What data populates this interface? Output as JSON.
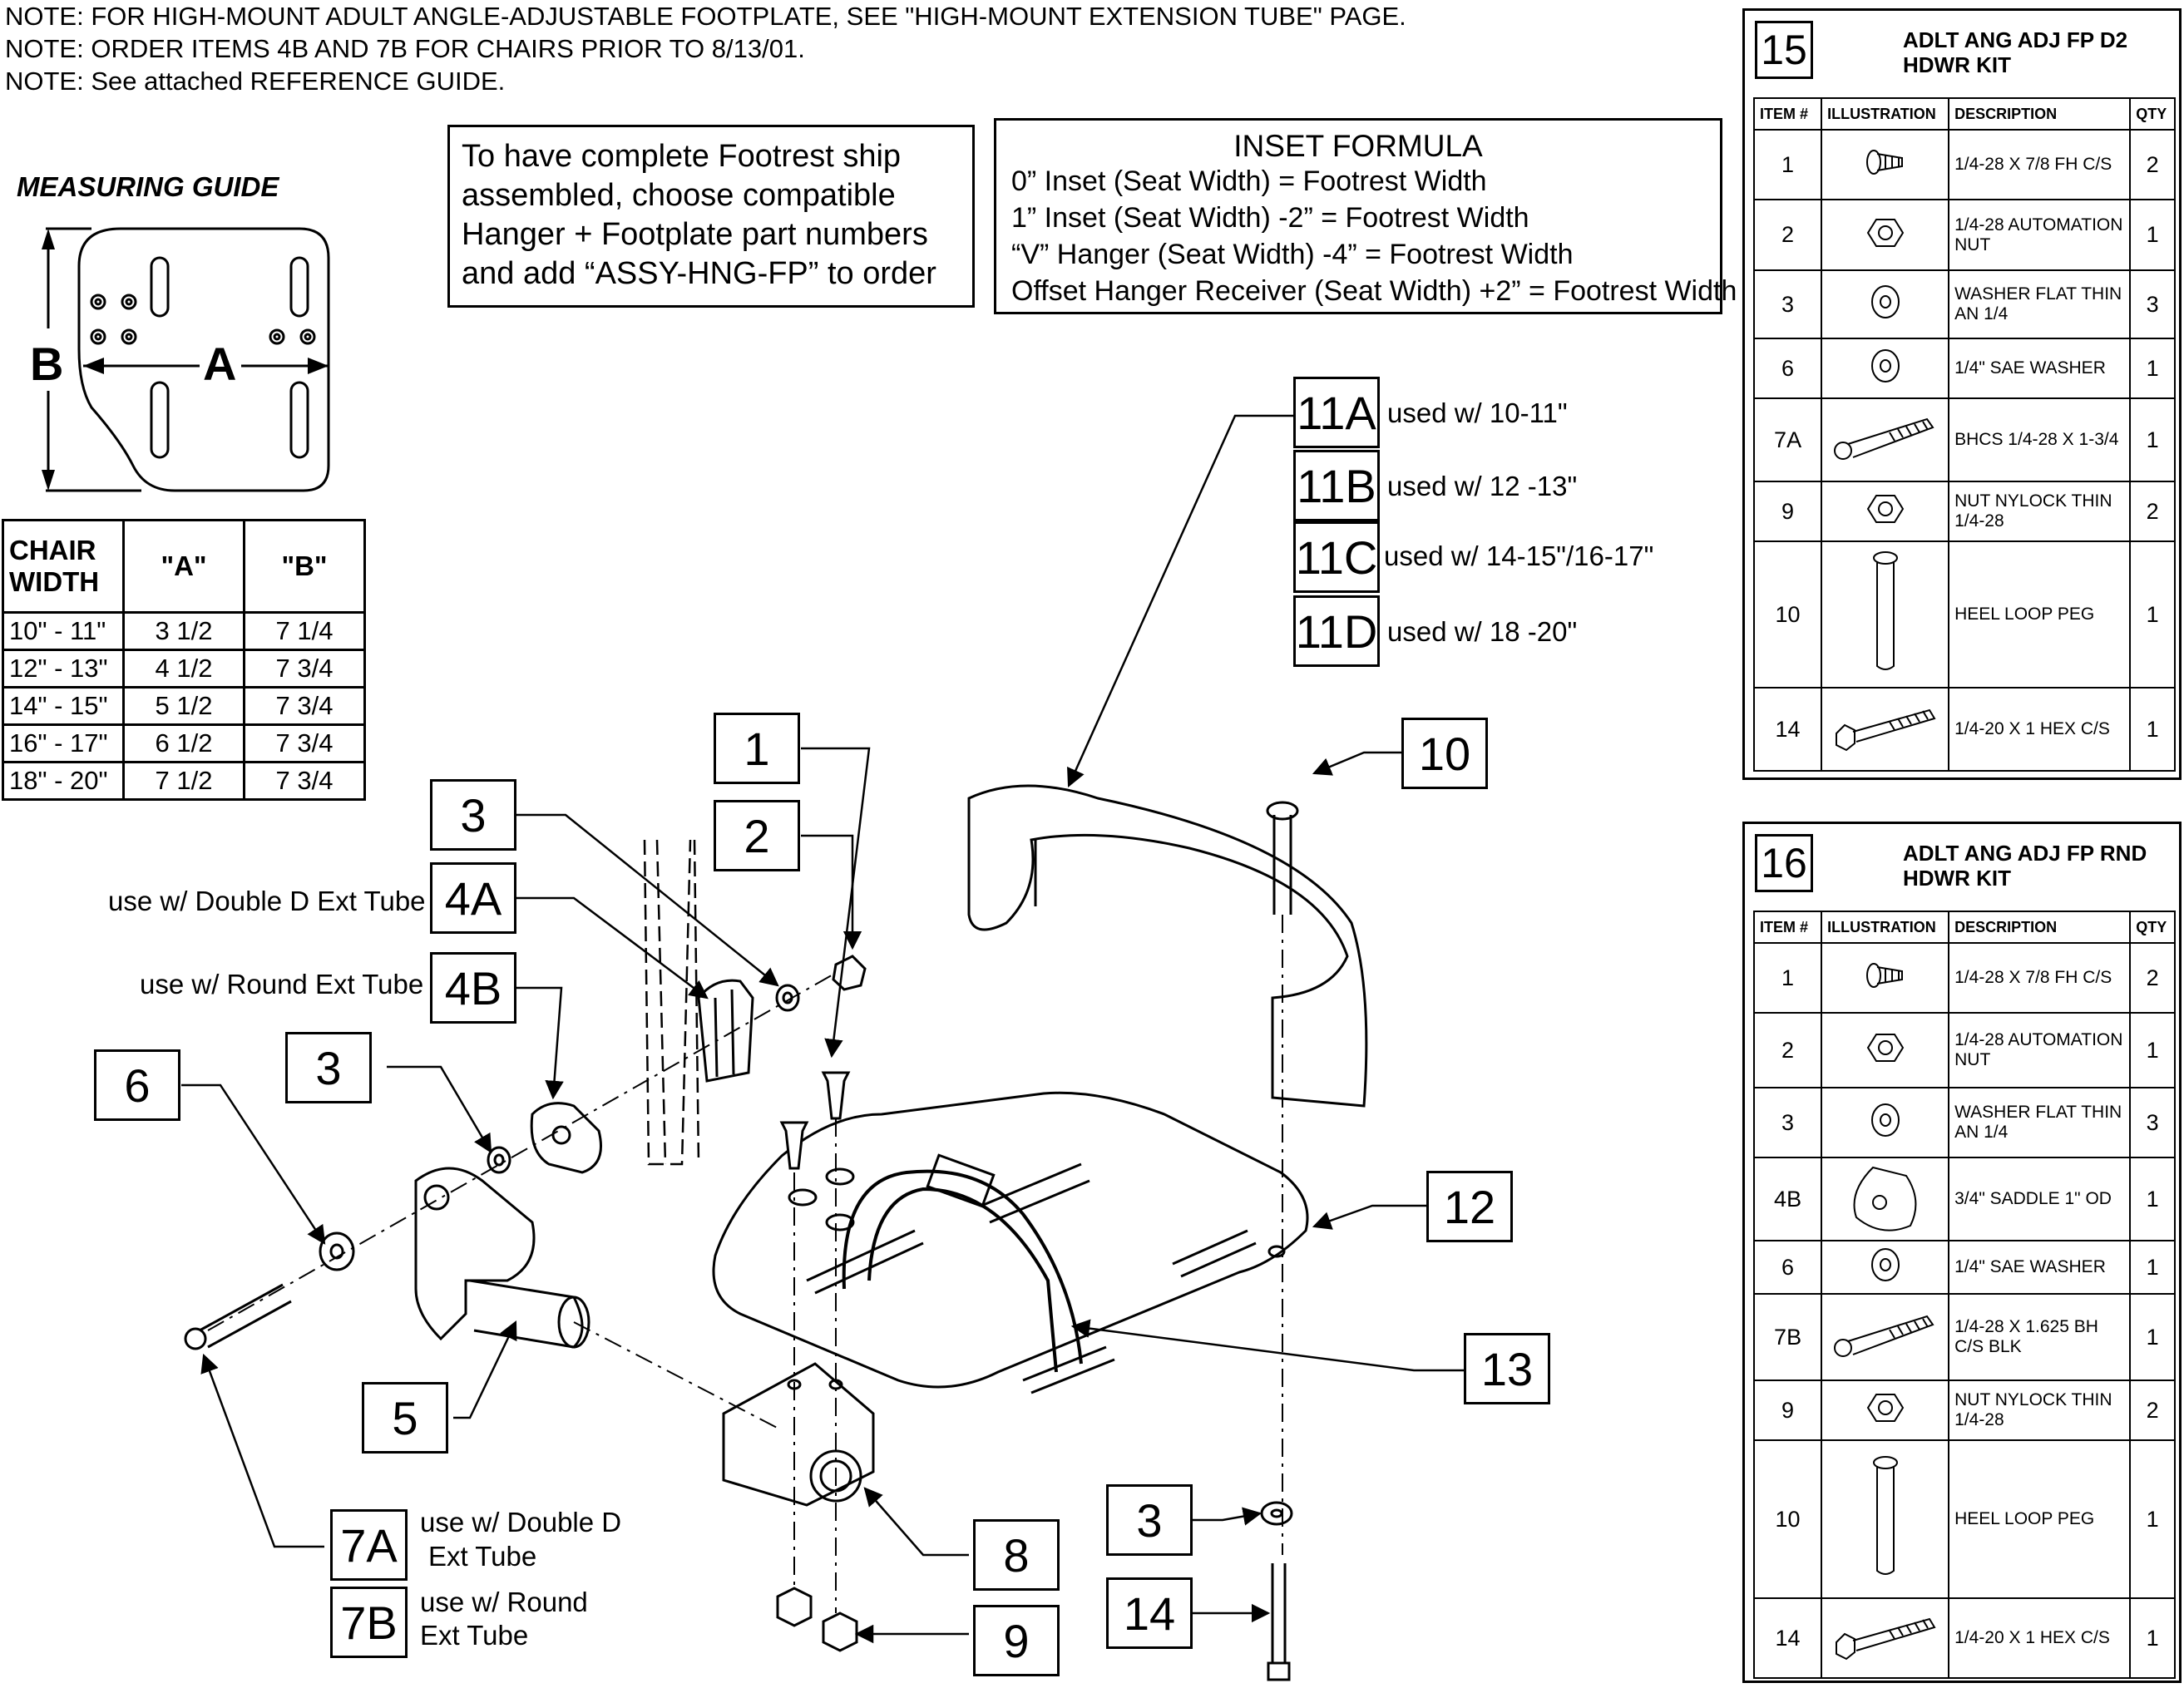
{
  "notes": [
    "NOTE: FOR HIGH-MOUNT ADULT ANGLE-ADJUSTABLE FOOTPLATE, SEE \"HIGH-MOUNT EXTENSION TUBE\" PAGE.",
    "NOTE: ORDER ITEMS 4B AND 7B FOR CHAIRS PRIOR TO 8/13/01.",
    "NOTE: See attached REFERENCE GUIDE."
  ],
  "measuring_guide": {
    "title": "MEASURING GUIDE",
    "label_a": "A",
    "label_b": "B",
    "headers": [
      "CHAIR WIDTH",
      "\"A\"",
      "\"B\""
    ],
    "rows": [
      [
        "10\" - 11\"",
        "3 1/2",
        "7 1/4"
      ],
      [
        "12\" - 13\"",
        "4 1/2",
        "7 3/4"
      ],
      [
        "14\" - 15\"",
        "5 1/2",
        "7 3/4"
      ],
      [
        "16\" - 17\"",
        "6 1/2",
        "7 3/4"
      ],
      [
        "18\" - 20\"",
        "7 1/2",
        "7 3/4"
      ]
    ]
  },
  "assembly_note": "To have complete Footrest ship assembled, choose compatible Hanger + Footplate part numbers and add “ASSY-HNG-FP” to order",
  "inset_formula": {
    "title": "INSET FORMULA",
    "lines": [
      "0” Inset (Seat Width) = Footrest Width",
      "1” Inset (Seat Width) -2” = Footrest Width",
      "“V” Hanger (Seat Width) -4” = Footrest Width",
      "Offset Hanger Receiver (Seat Width) +2” = Footrest Width"
    ]
  },
  "callouts": {
    "c1": "1",
    "c2": "2",
    "c3a": "3",
    "c3b": "3",
    "c3c": "3",
    "c4a": "4A",
    "c4b": "4B",
    "c5": "5",
    "c6": "6",
    "c7a": "7A",
    "c7b": "7B",
    "c8": "8",
    "c9": "9",
    "c10": "10",
    "c11a": "11A",
    "c11b": "11B",
    "c11c": "11C",
    "c11d": "11D",
    "c12": "12",
    "c13": "13",
    "c14": "14"
  },
  "callout_notes": {
    "n4a": "use w/ Double D Ext Tube",
    "n4b": "use w/ Round Ext Tube",
    "n7a_1": "use w/ Double D",
    "n7a_2": "Ext Tube",
    "n7b_1": "use w/ Round",
    "n7b_2": "Ext Tube",
    "n11a": "used w/ 10-11\"",
    "n11b": "used w/ 12 -13\"",
    "n11c": "used w/ 14-15\"/16-17\"",
    "n11d": "used w/ 18 -20\""
  },
  "kit_headers": [
    "ITEM #",
    "ILLUSTRATION",
    "DESCRIPTION",
    "QTY"
  ],
  "kit15": {
    "number": "15",
    "title": "ADLT ANG ADJ FP D2\nHDWR KIT",
    "rows": [
      {
        "item": "1",
        "desc": "1/4-28 X 7/8 FH C/S",
        "qty": "2",
        "icon": "flat-head-screw"
      },
      {
        "item": "2",
        "desc": "1/4-28 AUTOMATION NUT",
        "qty": "1",
        "icon": "hex-nut"
      },
      {
        "item": "3",
        "desc": "WASHER FLAT THIN AN 1/4",
        "qty": "3",
        "icon": "washer"
      },
      {
        "item": "6",
        "desc": "1/4\" SAE WASHER",
        "qty": "1",
        "icon": "washer"
      },
      {
        "item": "7A",
        "desc": "BHCS 1/4-28 X 1-3/4",
        "qty": "1",
        "icon": "button-head-bolt"
      },
      {
        "item": "9",
        "desc": "NUT NYLOCK THIN 1/4-28",
        "qty": "2",
        "icon": "hex-nut"
      },
      {
        "item": "10",
        "desc": "HEEL LOOP PEG",
        "qty": "1",
        "icon": "peg"
      },
      {
        "item": "14",
        "desc": "1/4-20 X 1 HEX C/S",
        "qty": "1",
        "icon": "hex-bolt"
      }
    ]
  },
  "kit16": {
    "number": "16",
    "title": "ADLT ANG ADJ FP RND\nHDWR KIT",
    "rows": [
      {
        "item": "1",
        "desc": "1/4-28 X 7/8 FH C/S",
        "qty": "2",
        "icon": "flat-head-screw"
      },
      {
        "item": "2",
        "desc": "1/4-28 AUTOMATION NUT",
        "qty": "1",
        "icon": "hex-nut"
      },
      {
        "item": "3",
        "desc": "WASHER FLAT THIN AN 1/4",
        "qty": "3",
        "icon": "washer"
      },
      {
        "item": "4B",
        "desc": "3/4\" SADDLE 1\" OD",
        "qty": "1",
        "icon": "saddle"
      },
      {
        "item": "6",
        "desc": "1/4\" SAE WASHER",
        "qty": "1",
        "icon": "washer"
      },
      {
        "item": "7B",
        "desc": "1/4-28 X 1.625 BH C/S BLK",
        "qty": "1",
        "icon": "button-head-bolt"
      },
      {
        "item": "9",
        "desc": "NUT NYLOCK THIN 1/4-28",
        "qty": "2",
        "icon": "hex-nut"
      },
      {
        "item": "10",
        "desc": "HEEL LOOP PEG",
        "qty": "1",
        "icon": "peg"
      },
      {
        "item": "14",
        "desc": "1/4-20 X 1 HEX C/S",
        "qty": "1",
        "icon": "hex-bolt"
      }
    ]
  }
}
